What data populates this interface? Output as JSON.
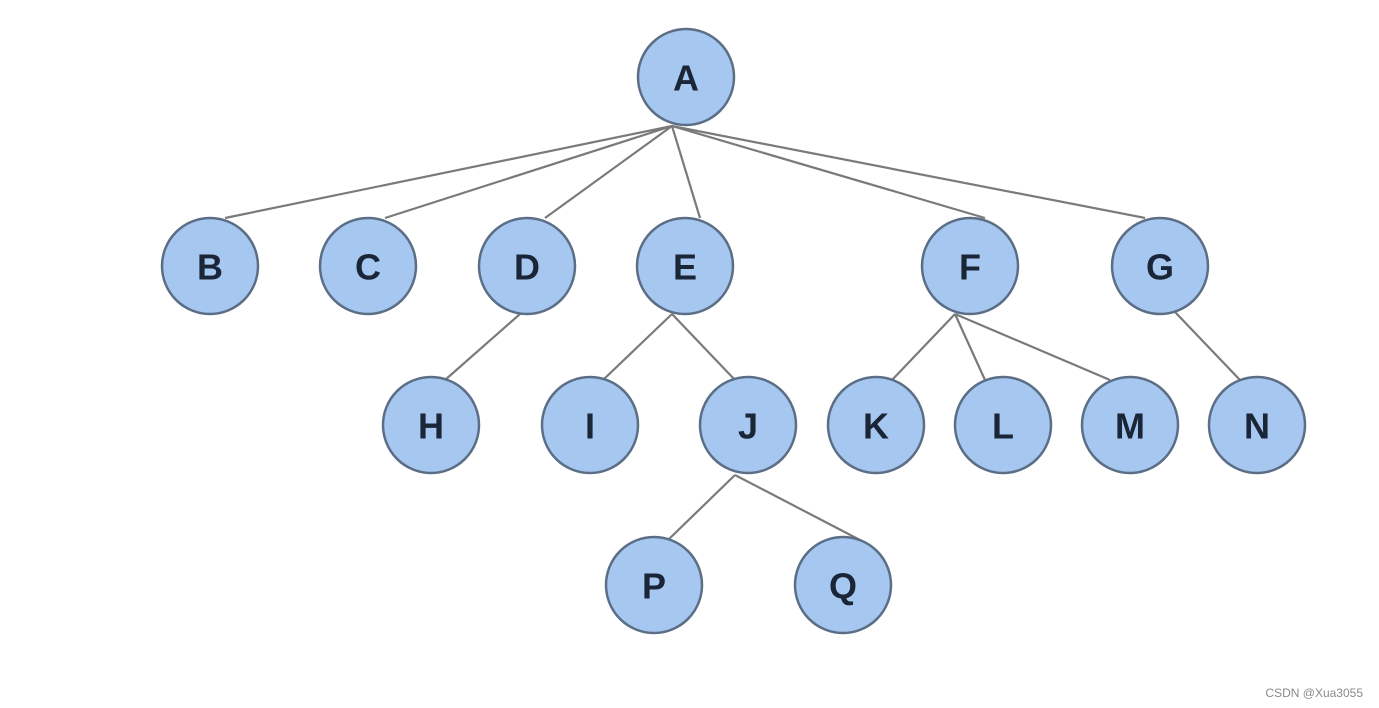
{
  "diagram": {
    "type": "tree",
    "node_color": "#a6c8f0",
    "edge_color": "#7a7a7a",
    "nodes": [
      {
        "id": "A",
        "label": "A",
        "parent": null
      },
      {
        "id": "B",
        "label": "B",
        "parent": "A"
      },
      {
        "id": "C",
        "label": "C",
        "parent": "A"
      },
      {
        "id": "D",
        "label": "D",
        "parent": "A"
      },
      {
        "id": "E",
        "label": "E",
        "parent": "A"
      },
      {
        "id": "F",
        "label": "F",
        "parent": "A"
      },
      {
        "id": "G",
        "label": "G",
        "parent": "A"
      },
      {
        "id": "H",
        "label": "H",
        "parent": "D"
      },
      {
        "id": "I",
        "label": "I",
        "parent": "E"
      },
      {
        "id": "J",
        "label": "J",
        "parent": "E"
      },
      {
        "id": "K",
        "label": "K",
        "parent": "F"
      },
      {
        "id": "L",
        "label": "L",
        "parent": "F"
      },
      {
        "id": "M",
        "label": "M",
        "parent": "F"
      },
      {
        "id": "N",
        "label": "N",
        "parent": "G"
      },
      {
        "id": "P",
        "label": "P",
        "parent": "J"
      },
      {
        "id": "Q",
        "label": "Q",
        "parent": "J"
      }
    ]
  },
  "watermark": "CSDN @Xua3055"
}
